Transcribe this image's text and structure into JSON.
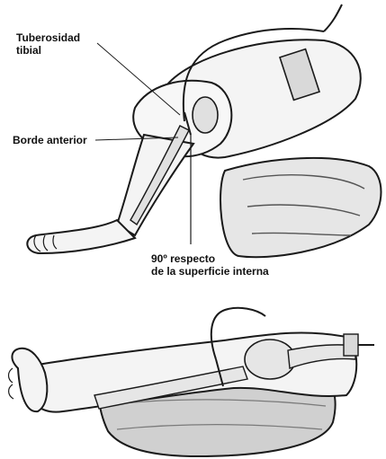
{
  "top_figure": {
    "labels": {
      "tuberosidad_line1": "Tuberosidad",
      "tuberosidad_line2": "tibial",
      "borde": "Borde anterior",
      "angle_line1": "90º respecto",
      "angle_line2": "de la superficie interna"
    }
  },
  "colors": {
    "ink": "#1a1a1a",
    "shading_light": "#d9d9d9",
    "shading_mid": "#bfbfbf",
    "background": "#ffffff"
  }
}
